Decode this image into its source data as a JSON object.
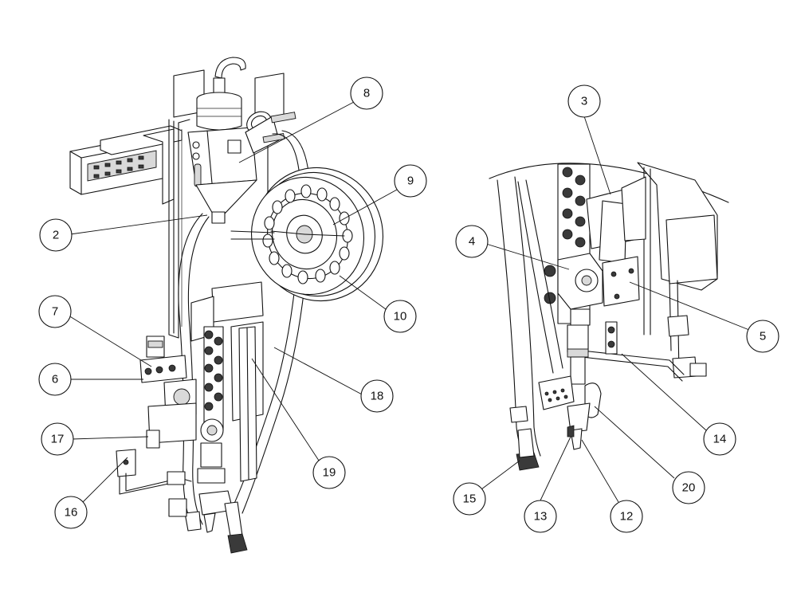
{
  "figure": {
    "callouts": [
      {
        "id": "c2",
        "label": "2"
      },
      {
        "id": "c3",
        "label": "3"
      },
      {
        "id": "c4",
        "label": "4"
      },
      {
        "id": "c5",
        "label": "5"
      },
      {
        "id": "c6",
        "label": "6"
      },
      {
        "id": "c7",
        "label": "7"
      },
      {
        "id": "c8",
        "label": "8"
      },
      {
        "id": "c9",
        "label": "9"
      },
      {
        "id": "c10",
        "label": "10"
      },
      {
        "id": "c12",
        "label": "12"
      },
      {
        "id": "c13",
        "label": "13"
      },
      {
        "id": "c14",
        "label": "14"
      },
      {
        "id": "c15",
        "label": "15"
      },
      {
        "id": "c16",
        "label": "16"
      },
      {
        "id": "c17",
        "label": "17"
      },
      {
        "id": "c18",
        "label": "18"
      },
      {
        "id": "c19",
        "label": "19"
      },
      {
        "id": "c20",
        "label": "20"
      }
    ]
  }
}
